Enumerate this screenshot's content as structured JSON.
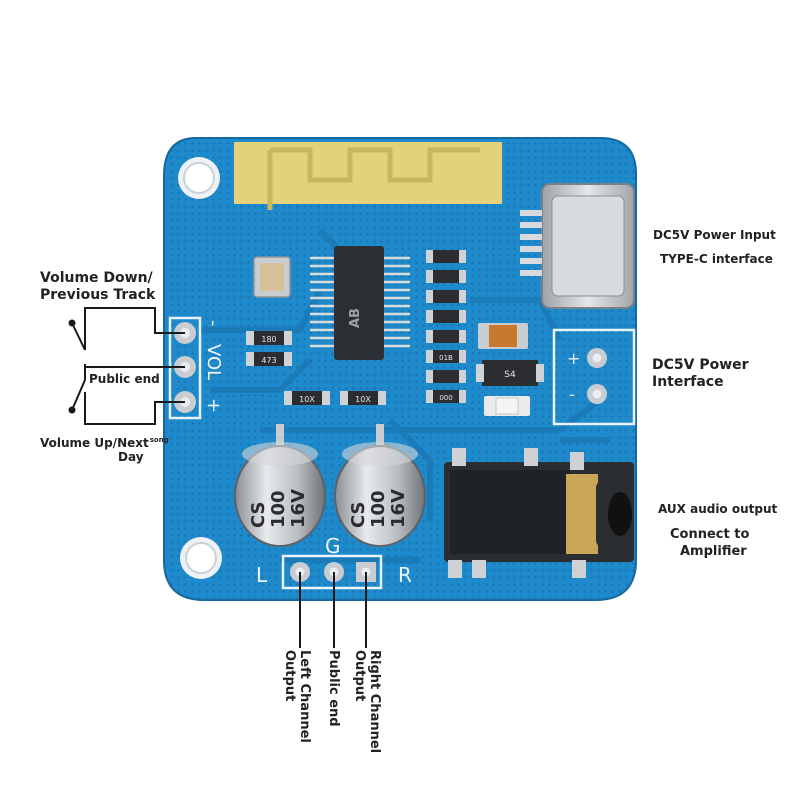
{
  "labels": {
    "volume_down_line1": "Volume Down/",
    "volume_down_line2": "Previous Track",
    "public_end_left": "Public end",
    "volume_up_line1": "Volume Up/Next",
    "volume_up_song": "song",
    "volume_up_line2": "Day",
    "dc5v_power_input": "DC5V Power Input",
    "type_c_interface": "TYPE-C interface",
    "dc5v_power_interface_line1": "DC5V Power",
    "dc5v_power_interface_line2": "Interface",
    "aux_audio_output": "AUX audio output",
    "connect_to_line1": "Connect to",
    "connect_to_line2": "Amplifier",
    "left_channel_line1": "Left Channel",
    "left_channel_line2": "Output",
    "public_end_bottom": "Public end",
    "right_channel_line1": "Right Channel",
    "right_channel_line2": "Output"
  },
  "silkscreen": {
    "vol_minus": "-",
    "vol_text": "VOL",
    "vol_plus": "+",
    "pin_g": "G",
    "pin_l": "L",
    "pin_r": "R",
    "power_plus": "+",
    "power_minus": "-"
  },
  "components": {
    "capacitor_left": [
      "CS",
      "100",
      "16V"
    ],
    "capacitor_right": [
      "CS",
      "100",
      "16V"
    ],
    "chip_marking": "AB",
    "resistor_180": "180",
    "resistor_473": "473",
    "resistor_10x_a": "10X",
    "resistor_10x_b": "10X",
    "resistor_01b": "01B",
    "resistor_000": "000",
    "diode_s4": "S4"
  },
  "colors": {
    "pcb": "#1e88c7",
    "pcb_dark": "#15689e",
    "antenna_gold": "#e3d27a",
    "metal": "#c9ccd0"
  }
}
